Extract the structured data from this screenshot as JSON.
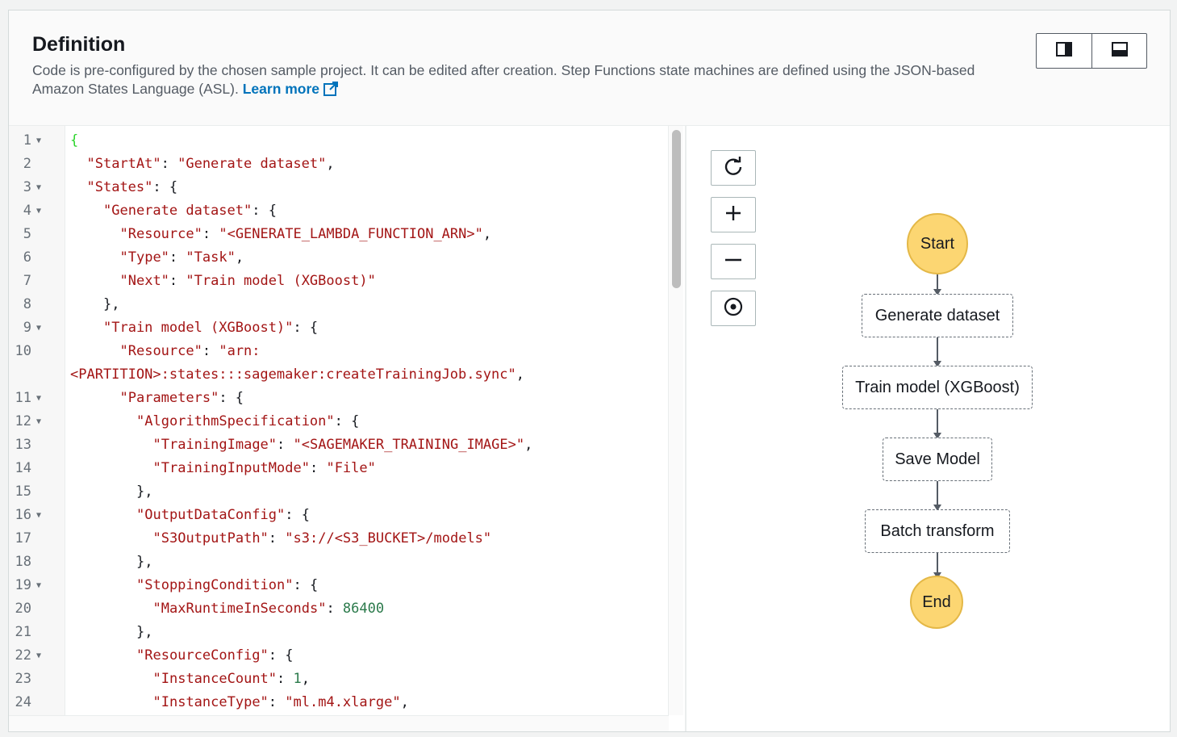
{
  "header": {
    "title": "Definition",
    "description": "Code is pre-configured by the chosen sample project. It can be edited after creation. Step Functions state machines are defined using the JSON-based Amazon States Language (ASL).",
    "learn_more": "Learn more",
    "link_color": "#0073bb",
    "view_toggle": [
      {
        "icon": "split-vertical-icon"
      },
      {
        "icon": "split-horizontal-icon"
      }
    ]
  },
  "editor": {
    "lines": [
      {
        "n": "1",
        "fold": true,
        "tokens": [
          {
            "t": "{",
            "k": "root"
          }
        ]
      },
      {
        "n": "2",
        "fold": false,
        "indent": 1,
        "tokens": [
          {
            "t": "\"StartAt\"",
            "k": "str"
          },
          {
            "t": ": ",
            "k": "punc"
          },
          {
            "t": "\"Generate dataset\"",
            "k": "str"
          },
          {
            "t": ",",
            "k": "punc"
          }
        ]
      },
      {
        "n": "3",
        "fold": true,
        "indent": 1,
        "tokens": [
          {
            "t": "\"States\"",
            "k": "str"
          },
          {
            "t": ": {",
            "k": "punc"
          }
        ]
      },
      {
        "n": "4",
        "fold": true,
        "indent": 2,
        "tokens": [
          {
            "t": "\"Generate dataset\"",
            "k": "str"
          },
          {
            "t": ": {",
            "k": "punc"
          }
        ]
      },
      {
        "n": "5",
        "fold": false,
        "indent": 3,
        "tokens": [
          {
            "t": "\"Resource\"",
            "k": "str"
          },
          {
            "t": ": ",
            "k": "punc"
          },
          {
            "t": "\"<GENERATE_LAMBDA_FUNCTION_ARN>\"",
            "k": "str"
          },
          {
            "t": ",",
            "k": "punc"
          }
        ]
      },
      {
        "n": "6",
        "fold": false,
        "indent": 3,
        "tokens": [
          {
            "t": "\"Type\"",
            "k": "str"
          },
          {
            "t": ": ",
            "k": "punc"
          },
          {
            "t": "\"Task\"",
            "k": "str"
          },
          {
            "t": ",",
            "k": "punc"
          }
        ]
      },
      {
        "n": "7",
        "fold": false,
        "indent": 3,
        "tokens": [
          {
            "t": "\"Next\"",
            "k": "str"
          },
          {
            "t": ": ",
            "k": "punc"
          },
          {
            "t": "\"Train model (XGBoost)\"",
            "k": "str"
          }
        ]
      },
      {
        "n": "8",
        "fold": false,
        "indent": 2,
        "tokens": [
          {
            "t": "},",
            "k": "punc"
          }
        ]
      },
      {
        "n": "9",
        "fold": true,
        "indent": 2,
        "tokens": [
          {
            "t": "\"Train model (XGBoost)\"",
            "k": "str"
          },
          {
            "t": ": {",
            "k": "punc"
          }
        ]
      },
      {
        "n": "10",
        "fold": false,
        "indent": 3,
        "tokens": [
          {
            "t": "\"Resource\"",
            "k": "str"
          },
          {
            "t": ": ",
            "k": "punc"
          },
          {
            "t": "\"arn:",
            "k": "str"
          }
        ]
      },
      {
        "n": "",
        "fold": false,
        "indent": 0,
        "tokens": [
          {
            "t": "<PARTITION>:states:::sagemaker:createTrainingJob.sync\"",
            "k": "str"
          },
          {
            "t": ",",
            "k": "punc"
          }
        ]
      },
      {
        "n": "11",
        "fold": true,
        "indent": 3,
        "tokens": [
          {
            "t": "\"Parameters\"",
            "k": "str"
          },
          {
            "t": ": {",
            "k": "punc"
          }
        ]
      },
      {
        "n": "12",
        "fold": true,
        "indent": 4,
        "tokens": [
          {
            "t": "\"AlgorithmSpecification\"",
            "k": "str"
          },
          {
            "t": ": {",
            "k": "punc"
          }
        ]
      },
      {
        "n": "13",
        "fold": false,
        "indent": 5,
        "tokens": [
          {
            "t": "\"TrainingImage\"",
            "k": "str"
          },
          {
            "t": ": ",
            "k": "punc"
          },
          {
            "t": "\"<SAGEMAKER_TRAINING_IMAGE>\"",
            "k": "str"
          },
          {
            "t": ",",
            "k": "punc"
          }
        ]
      },
      {
        "n": "14",
        "fold": false,
        "indent": 5,
        "tokens": [
          {
            "t": "\"TrainingInputMode\"",
            "k": "str"
          },
          {
            "t": ": ",
            "k": "punc"
          },
          {
            "t": "\"File\"",
            "k": "str"
          }
        ]
      },
      {
        "n": "15",
        "fold": false,
        "indent": 4,
        "tokens": [
          {
            "t": "},",
            "k": "punc"
          }
        ]
      },
      {
        "n": "16",
        "fold": true,
        "indent": 4,
        "tokens": [
          {
            "t": "\"OutputDataConfig\"",
            "k": "str"
          },
          {
            "t": ": {",
            "k": "punc"
          }
        ]
      },
      {
        "n": "17",
        "fold": false,
        "indent": 5,
        "tokens": [
          {
            "t": "\"S3OutputPath\"",
            "k": "str"
          },
          {
            "t": ": ",
            "k": "punc"
          },
          {
            "t": "\"s3://<S3_BUCKET>/models\"",
            "k": "str"
          }
        ]
      },
      {
        "n": "18",
        "fold": false,
        "indent": 4,
        "tokens": [
          {
            "t": "},",
            "k": "punc"
          }
        ]
      },
      {
        "n": "19",
        "fold": true,
        "indent": 4,
        "tokens": [
          {
            "t": "\"StoppingCondition\"",
            "k": "str"
          },
          {
            "t": ": {",
            "k": "punc"
          }
        ]
      },
      {
        "n": "20",
        "fold": false,
        "indent": 5,
        "tokens": [
          {
            "t": "\"MaxRuntimeInSeconds\"",
            "k": "str"
          },
          {
            "t": ": ",
            "k": "punc"
          },
          {
            "t": "86400",
            "k": "num"
          }
        ]
      },
      {
        "n": "21",
        "fold": false,
        "indent": 4,
        "tokens": [
          {
            "t": "},",
            "k": "punc"
          }
        ]
      },
      {
        "n": "22",
        "fold": true,
        "indent": 4,
        "tokens": [
          {
            "t": "\"ResourceConfig\"",
            "k": "str"
          },
          {
            "t": ": {",
            "k": "punc"
          }
        ]
      },
      {
        "n": "23",
        "fold": false,
        "indent": 5,
        "tokens": [
          {
            "t": "\"InstanceCount\"",
            "k": "str"
          },
          {
            "t": ": ",
            "k": "punc"
          },
          {
            "t": "1",
            "k": "num"
          },
          {
            "t": ",",
            "k": "punc"
          }
        ]
      },
      {
        "n": "24",
        "fold": false,
        "indent": 5,
        "tokens": [
          {
            "t": "\"InstanceType\"",
            "k": "str"
          },
          {
            "t": ": ",
            "k": "punc"
          },
          {
            "t": "\"ml.m4.xlarge\"",
            "k": "str"
          },
          {
            "t": ",",
            "k": "punc"
          }
        ]
      }
    ]
  },
  "graph": {
    "controls": [
      {
        "name": "refresh",
        "icon": "refresh-icon"
      },
      {
        "name": "zoom-in",
        "icon": "plus-icon"
      },
      {
        "name": "zoom-out",
        "icon": "minus-icon"
      },
      {
        "name": "center",
        "icon": "target-icon"
      }
    ],
    "nodes": [
      {
        "label": "Start",
        "shape": "circle"
      },
      {
        "label": "Generate dataset",
        "shape": "box"
      },
      {
        "label": "Train model (XGBoost)",
        "shape": "box"
      },
      {
        "label": "Save Model",
        "shape": "box"
      },
      {
        "label": "Batch transform",
        "shape": "box"
      },
      {
        "label": "End",
        "shape": "circle"
      }
    ],
    "terminal_color": "#fcd672"
  }
}
